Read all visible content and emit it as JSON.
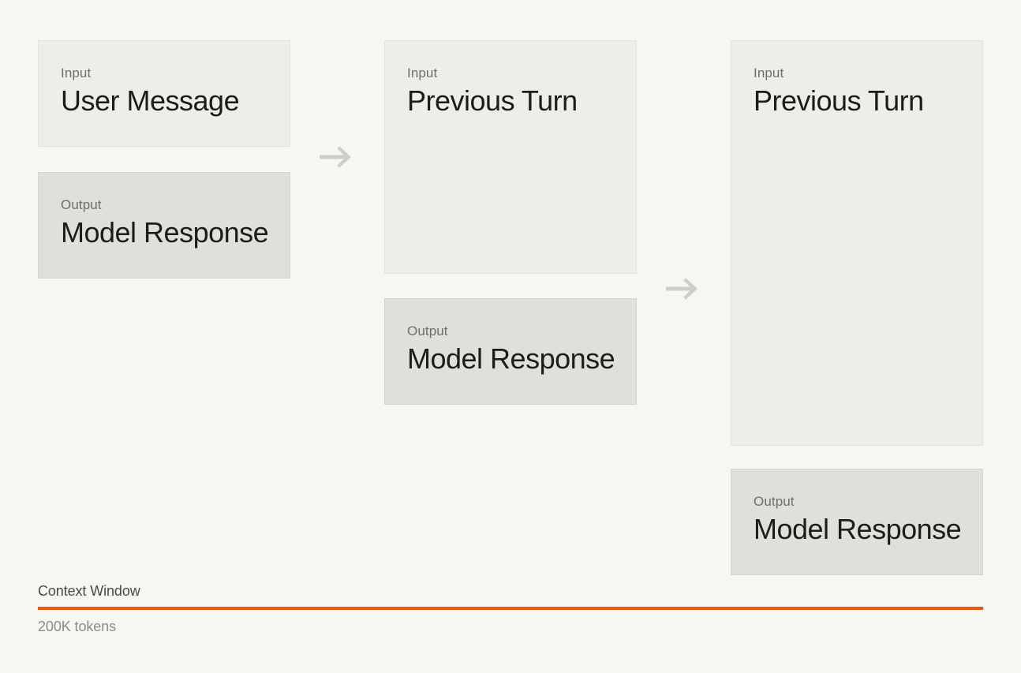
{
  "diagram": {
    "background_color": "#f6f6f2",
    "columns": [
      {
        "id": "turn-1",
        "blocks": [
          {
            "kind": "input",
            "label": "Input",
            "title": "User Message"
          },
          {
            "kind": "output",
            "label": "Output",
            "title": "Model Response"
          }
        ]
      },
      {
        "id": "turn-2",
        "blocks": [
          {
            "kind": "input",
            "label": "Input",
            "title": "Previous Turn"
          },
          {
            "kind": "output",
            "label": "Output",
            "title": "Model Response"
          }
        ]
      },
      {
        "id": "turn-3",
        "blocks": [
          {
            "kind": "input",
            "label": "Input",
            "title": "Previous Turn"
          },
          {
            "kind": "output",
            "label": "Output",
            "title": "Model Response"
          }
        ]
      }
    ],
    "arrows": [
      {
        "id": "arrow-turn1-to-turn2",
        "icon": "arrow-right-icon",
        "color": "#cfcec9"
      },
      {
        "id": "arrow-turn2-to-turn3",
        "icon": "arrow-right-icon",
        "color": "#cfcec9"
      }
    ],
    "context_window": {
      "title": "Context Window",
      "subtitle": "200K tokens",
      "rule_color": "#ef5311",
      "title_color": "#4a4a45",
      "subtitle_color": "#8d8d86"
    },
    "palette": {
      "input_fill": "#eeede9",
      "output_fill": "#e0dfda",
      "label_text": "#6f6f69",
      "title_text": "#1c1c1a"
    }
  }
}
